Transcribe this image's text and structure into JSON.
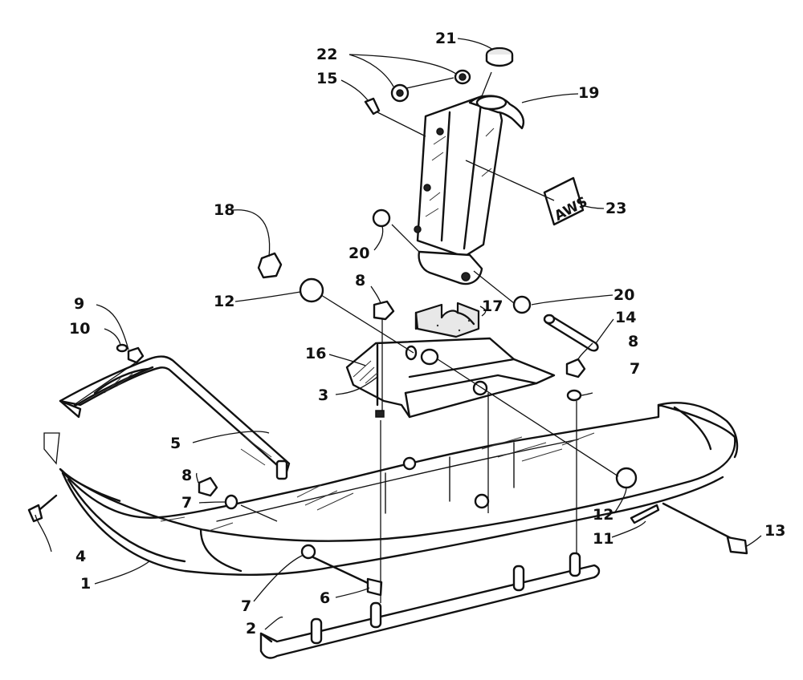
{
  "callouts": {
    "c1": "1",
    "c2": "2",
    "c3": "3",
    "c4": "4",
    "c5": "5",
    "c6": "6",
    "c7a": "7",
    "c7b": "7",
    "c7c": "7",
    "c8a": "8",
    "c8b": "8",
    "c8c": "8",
    "c9": "9",
    "c10": "10",
    "c11": "11",
    "c12a": "12",
    "c12b": "12",
    "c13": "13",
    "c14": "14",
    "c15": "15",
    "c16": "16",
    "c17": "17",
    "c18": "18",
    "c19": "19",
    "c20a": "20",
    "c20b": "20",
    "c21": "21",
    "c22": "22",
    "c23": "23"
  },
  "decal_text": "AWS"
}
